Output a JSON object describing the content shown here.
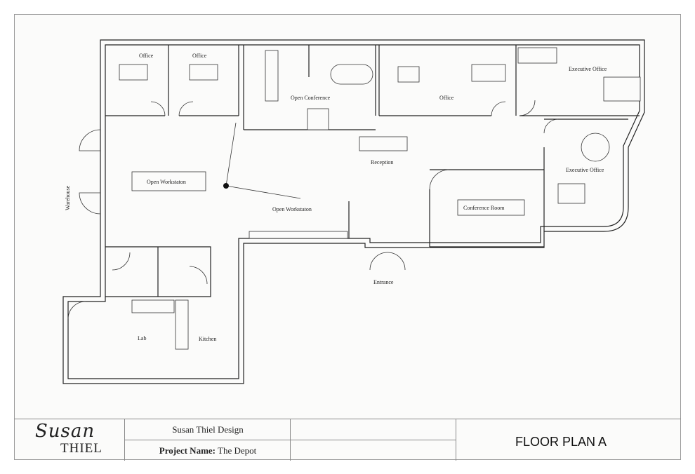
{
  "rooms": {
    "office_1": "Office",
    "office_2": "Office",
    "open_conference": "Open Conference",
    "office_3": "Office",
    "executive_office_1": "Executive Office",
    "reception": "Reception",
    "executive_office_2": "Executive Office",
    "open_workstation_1": "Open Workstaton",
    "open_workstation_2": "Open Workstaton",
    "conference_room": "Conference Room",
    "warehouse": "Warehouse",
    "entrance": "Entrance",
    "lab": "Lab",
    "kitchen": "Kitchen"
  },
  "title_block": {
    "logo_script": "Susan",
    "logo_caps": "THIEL",
    "firm_name": "Susan Thiel Design",
    "project_label": "Project Name:",
    "project_name": "The Depot",
    "sheet_title": "FLOOR PLAN A"
  }
}
